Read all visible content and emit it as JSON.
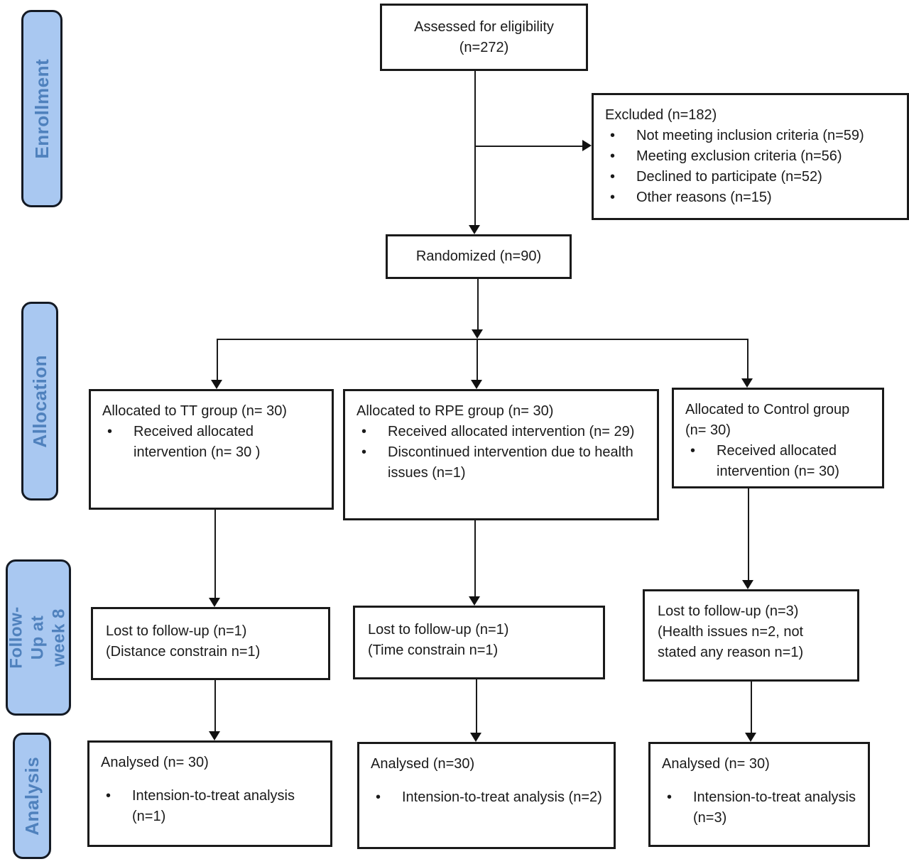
{
  "glyphs": {
    "bullet": "•"
  },
  "colors": {
    "sidebar_fill": "#a9c8f1",
    "sidebar_text": "#4f81bd",
    "sidebar_border": "#141a24",
    "box_border": "#1a1a1a",
    "connector": "#1a1a1a"
  },
  "sidebar": {
    "labels": [
      {
        "text": "Enrollment"
      },
      {
        "text": "Allocation"
      },
      {
        "text": "Follow-Up at\nweek 8"
      },
      {
        "text": "Analysis"
      }
    ]
  },
  "boxes": {
    "assessed": {
      "line1": "Assessed for eligibility",
      "line2": "(n=272)"
    },
    "excluded": {
      "title": "Excluded (n=182)",
      "bullets": [
        "Not meeting inclusion criteria (n=59)",
        "Meeting exclusion criteria (n=56)",
        "Declined to participate (n=52)",
        "Other reasons (n=15)"
      ]
    },
    "randomized": {
      "text": "Randomized (n=90)"
    },
    "alloc_tt": {
      "title": "Allocated to TT group (n= 30)",
      "bullets": [
        "Received allocated intervention (n= 30 )"
      ]
    },
    "alloc_rpe": {
      "title": "Allocated to RPE group (n= 30)",
      "bullets": [
        "Received allocated intervention (n= 29)",
        "Discontinued intervention due to health issues (n=1)"
      ]
    },
    "alloc_control": {
      "title": "Allocated to Control group (n= 30)",
      "bullets": [
        "Received allocated intervention (n= 30)"
      ]
    },
    "lost_tt": {
      "line1": "Lost to follow-up (n=1)",
      "line2": "(Distance constrain n=1)"
    },
    "lost_rpe": {
      "line1": "Lost to follow-up (n=1)",
      "line2": "(Time constrain n=1)"
    },
    "lost_control": {
      "line1": "Lost to follow-up (n=3)",
      "line2": "(Health issues n=2, not stated any reason n=1)"
    },
    "analysed_tt": {
      "title": "Analysed (n= 30)",
      "bullets": [
        "Intension-to-treat analysis (n=1)"
      ]
    },
    "analysed_rpe": {
      "title": "Analysed (n=30)",
      "bullets": [
        "Intension-to-treat analysis (n=2)"
      ]
    },
    "analysed_control": {
      "title": "Analysed (n= 30)",
      "bullets": [
        "Intension-to-treat analysis (n=3)"
      ]
    }
  }
}
